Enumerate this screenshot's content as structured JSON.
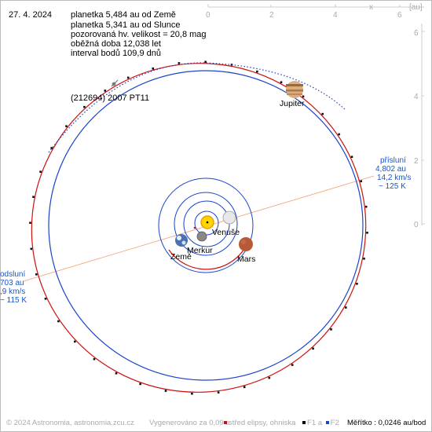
{
  "date": "27. 4. 2024",
  "info": {
    "line1": "planetka 5,484 au od Země",
    "line2": "planetka 5,341 au od Slunce",
    "line3": "pozorovaná hv. velikost = 20,8 mag",
    "line4": "oběžná doba 12,038 let",
    "line5": "interval bodů 109,9 dnů"
  },
  "object_name": "(212694) 2007 PT11",
  "axes": {
    "x_label": "x",
    "unit": "[au]",
    "top_ticks": [
      "0",
      "2",
      "4",
      "6"
    ],
    "right_ticks": [
      "6",
      "4",
      "2",
      "0"
    ]
  },
  "perihelion": {
    "title": "přísluní",
    "distance": "4,802 au",
    "speed": "14,2 km/s",
    "temp": "~ 125 K"
  },
  "aphelion": {
    "title": "odsluní",
    "distance": "703 au",
    "speed": ",9 km/s",
    "temp": "~ 115 K"
  },
  "planets": {
    "jupiter": "Jupiter",
    "venus": "Venuše",
    "mercury": "Merkur",
    "earth": "Země",
    "mars": "Mars"
  },
  "footer": {
    "copyright": "© 2024 Astronomia, astronomia.zcu.cz",
    "generated": "Vygenerováno za 0,09 s",
    "legend_center": "střed elipsy, ohniska",
    "legend_f1": "F1 a",
    "legend_f2": "F2",
    "scale": "Měřítko : 0,0246 au/bod"
  },
  "colors": {
    "asteroid_orbit": "#cc1111",
    "planet_orbit": "#1a44cc",
    "apsis_line": "#f0a070",
    "axis": "#cccccc"
  }
}
